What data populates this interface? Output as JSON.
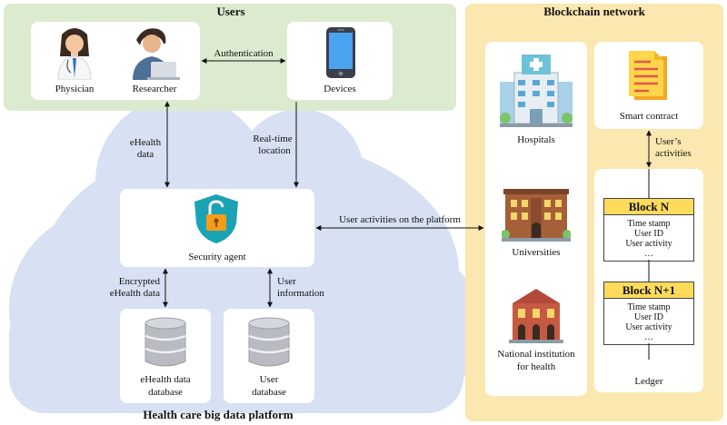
{
  "users": {
    "title": "Users",
    "physician": "Physician",
    "researcher": "Researcher",
    "devices": "Devices",
    "authentication": "Authentication"
  },
  "platform": {
    "title": "Health care big data platform",
    "security_agent": "Security agent",
    "ehealth_db_line1": "eHealth data",
    "ehealth_db_line2": "database",
    "user_db_line1": "User",
    "user_db_line2": "database"
  },
  "flows": {
    "ehealth_data_line1": "eHealth",
    "ehealth_data_line2": "data",
    "realtime_line1": "Real-time",
    "realtime_line2": "location",
    "encrypted_line1": "Encrypted",
    "encrypted_line2": "eHealth data",
    "user_info_line1": "User",
    "user_info_line2": "information",
    "user_activities_platform": "User activities on the platform",
    "users_activities_line1": "User’s",
    "users_activities_line2": "activities"
  },
  "blockchain": {
    "title": "Blockchain network",
    "hospitals": "Hospitals",
    "universities": "Universities",
    "national_line1": "National institution",
    "national_line2": "for health",
    "smart_contract": "Smart contract",
    "ledger": "Ledger",
    "block_n": {
      "title": "Block N",
      "lines": [
        "Time stamp",
        "User ID",
        "User activity",
        "…"
      ]
    },
    "block_n1": {
      "title": "Block N+1",
      "lines": [
        "Time stamp",
        "User ID",
        "User activity",
        "…"
      ]
    }
  },
  "colors": {
    "users_bg": "#dcead0",
    "cloud_bg": "#d7e1f3",
    "blockchain_bg": "#fbe7b0",
    "block_header": "#ffdb5c",
    "shield": "#1aa3b5"
  }
}
